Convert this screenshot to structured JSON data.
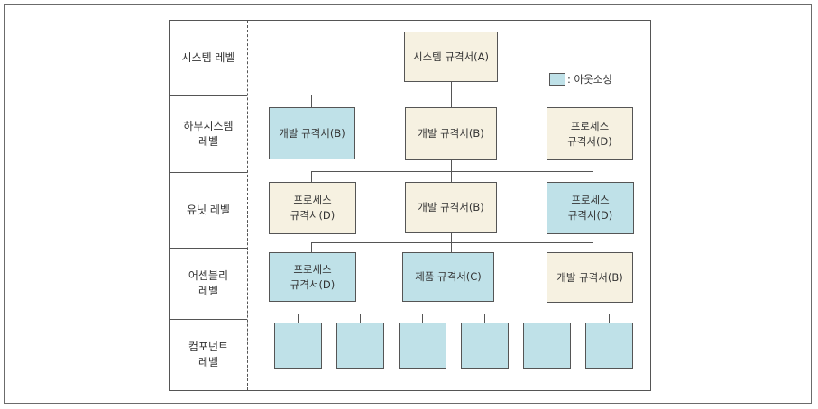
{
  "levels": [
    {
      "label": "시스템 레벨"
    },
    {
      "label": "하부시스템\n레벨"
    },
    {
      "label": "유닛 레벨"
    },
    {
      "label": "어셈블리\n레벨"
    },
    {
      "label": "컴포넌트\n레벨"
    }
  ],
  "legend": {
    "label": ": 아웃소싱"
  },
  "boxes": {
    "system": {
      "label": "시스템 규격서(A)",
      "fill": "#f6f1e1"
    },
    "sub_left": {
      "label": "개발 규격서(B)",
      "fill": "#bfe1e8"
    },
    "sub_mid": {
      "label": "개발 규격서(B)",
      "fill": "#f6f1e1"
    },
    "sub_right": {
      "label": "프로세스\n규격서(D)",
      "fill": "#f6f1e1"
    },
    "unit_left": {
      "label": "프로세스\n규격서(D)",
      "fill": "#f6f1e1"
    },
    "unit_mid": {
      "label": "개발 규격서(B)",
      "fill": "#f6f1e1"
    },
    "unit_right": {
      "label": "프로세스\n규격서(D)",
      "fill": "#bfe1e8"
    },
    "asm_left": {
      "label": "프로세스\n규격서(D)",
      "fill": "#bfe1e8"
    },
    "asm_mid": {
      "label": "제품 규격서(C)",
      "fill": "#bfe1e8"
    },
    "asm_right": {
      "label": "개발 규격서(B)",
      "fill": "#f6f1e1"
    }
  },
  "colors": {
    "outsourced": "#bfe1e8",
    "internal": "#f6f1e1",
    "line": "#555555"
  }
}
